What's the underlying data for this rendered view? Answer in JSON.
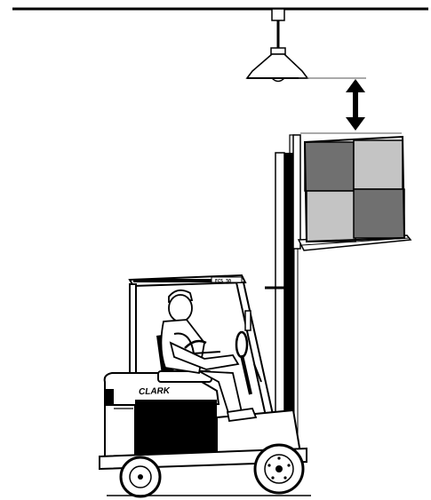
{
  "labels": {
    "brand": "CLARK",
    "model": "ECS 30"
  },
  "colors": {
    "line": "#000000",
    "paper": "#ffffff",
    "box_dark": "#707070",
    "box_light": "#c4c4c4",
    "fixture_gray": "#d8d8d8"
  },
  "icons": {
    "clearance": "double-headed-vertical-arrow",
    "light": "ceiling-lamp"
  }
}
